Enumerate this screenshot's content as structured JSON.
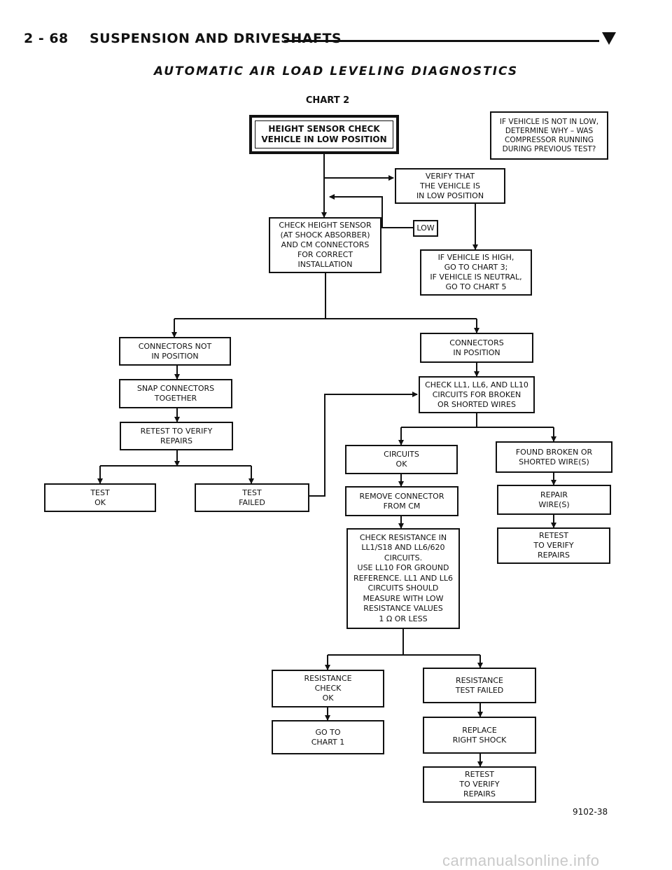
{
  "header": {
    "page_number": "2 - 68",
    "section_title": "SUSPENSION AND DRIVESHAFTS",
    "title": "AUTOMATIC AIR LOAD LEVELING DIAGNOSTICS"
  },
  "diagram": {
    "chart_title": "CHART 2",
    "figure_id": "9102-38",
    "nodes": {
      "start": "HEIGHT SENSOR CHECK\nVEHICLE IN LOW POSITION",
      "not_low": "IF VEHICLE IS NOT IN LOW,\nDETERMINE WHY – WAS\nCOMPRESSOR RUNNING\nDURING PREVIOUS TEST?",
      "verify_low": "VERIFY THAT\nTHE VEHICLE IS\nIN LOW POSITION",
      "check_sensor": "CHECK HEIGHT SENSOR\n(AT SHOCK ABSORBER)\nAND CM CONNECTORS\nFOR CORRECT\nINSTALLATION",
      "low": "LOW",
      "high_neutral": "IF VEHICLE IS HIGH,\nGO TO CHART 3;\nIF VEHICLE IS NEUTRAL,\nGO TO CHART 5",
      "conn_not_pos": "CONNECTORS NOT\nIN POSITION",
      "conn_in_pos": "CONNECTORS\nIN POSITION",
      "snap_conn": "SNAP CONNECTORS\nTOGETHER",
      "check_ll": "CHECK LL1, LL6, AND LL10\nCIRCUITS FOR BROKEN\nOR SHORTED WIRES",
      "retest_1": "RETEST TO VERIFY\nREPAIRS",
      "circuits_ok": "CIRCUITS\nOK",
      "found_broken": "FOUND BROKEN OR\nSHORTED WIRE(S)",
      "test_ok": "TEST\nOK",
      "test_failed": "TEST\nFAILED",
      "remove_conn": "REMOVE CONNECTOR\nFROM CM",
      "repair_wires": "REPAIR\nWIRE(S)",
      "retest_2": "RETEST\nTO VERIFY\nREPAIRS",
      "check_resistance": "CHECK RESISTANCE IN\nLL1/S18 AND LL6/620\nCIRCUITS.\nUSE LL10 FOR GROUND\nREFERENCE. LL1 AND LL6\nCIRCUITS SHOULD\nMEASURE WITH LOW\nRESISTANCE VALUES\n1 Ω OR LESS",
      "resistance_ok": "RESISTANCE\nCHECK\nOK",
      "resistance_failed": "RESISTANCE\nTEST FAILED",
      "goto_chart1": "GO TO\nCHART 1",
      "replace_shock": "REPLACE\nRIGHT SHOCK",
      "retest_3": "RETEST\nTO VERIFY\nREPAIRS"
    }
  },
  "footer": {
    "watermark": "carmanualsonline.info"
  }
}
